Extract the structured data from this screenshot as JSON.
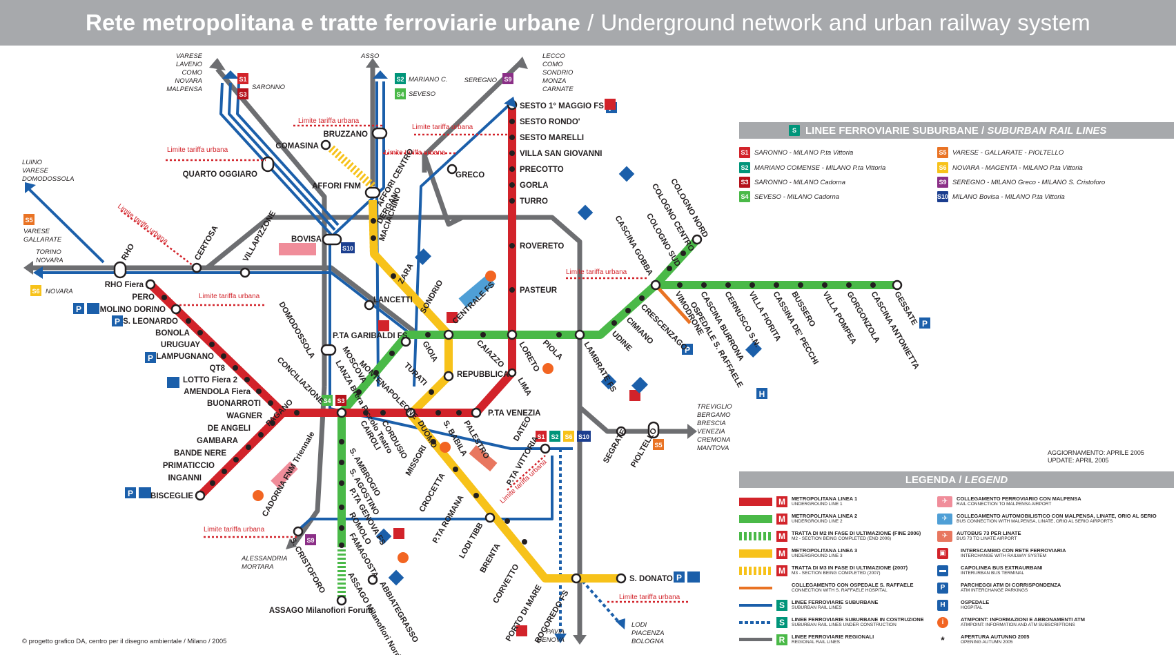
{
  "title": {
    "bold": "Rete metropolitana e tratte ferroviarie urbane",
    "separator": "/",
    "light": "Underground network and urban railway system"
  },
  "colors": {
    "m1": "#d2232a",
    "m2": "#4ab948",
    "m3": "#f7c21a",
    "suburban": "#1b5faa",
    "regional": "#6d6e71",
    "hospital_link": "#e97324",
    "header_gray": "#a7a9ac"
  },
  "limit_label": "Limite tariffa urbana",
  "destinations": {
    "nw": [
      "VARESE",
      "LAVENO",
      "COMO",
      "NOVARA",
      "MALPENSA"
    ],
    "n": [
      "ASSO"
    ],
    "ne": [
      "LECCO",
      "COMO",
      "SONDRIO",
      "MONZA",
      "CARNATE"
    ],
    "w": [
      "LUINO",
      "VARESE",
      "DOMODOSSOLA"
    ],
    "w_s5": [
      "VARESE",
      "GALLARATE"
    ],
    "w_rail": [
      "TORINO",
      "NOVARA"
    ],
    "w_s6": "NOVARA",
    "e": [
      "TREVIGLIO",
      "BERGAMO",
      "BRESCIA",
      "VENEZIA",
      "CREMONA",
      "MANTOVA"
    ],
    "sw": [
      "ALESSANDRIA",
      "MORTARA"
    ],
    "s": [
      "PAVIA",
      "GENOVA"
    ],
    "se": [
      "LODI",
      "PIACENZA",
      "BOLOGNA"
    ],
    "saronno": "SARONNO",
    "mariano": "MARIANO C.",
    "seveso": "SEVESO",
    "seregno": "SEREGNO"
  },
  "stations": {
    "m1_east": [
      "SESTO 1° MAGGIO FS",
      "SESTO RONDO'",
      "SESTO MARELLI",
      "VILLA SAN GIOVANNI",
      "PRECOTTO",
      "GORLA",
      "TURRO",
      "ROVERETO",
      "PASTEUR"
    ],
    "m1_west": [
      "RHO Fiera",
      "PERO",
      "MOLINO DORINO",
      "S. LEONARDO",
      "BONOLA",
      "URUGUAY",
      "LAMPUGNANO",
      "QT8",
      "LOTTO Fiera 2",
      "AMENDOLA Fiera",
      "BUONARROTI",
      "WAGNER",
      "DE ANGELI",
      "GAMBARA",
      "BANDE NERE",
      "PRIMATICCIO",
      "INGANNI",
      "BISCEGLIE"
    ],
    "m1_centre": [
      "PAGANO",
      "CONCILIAZIONE",
      "CAIROLI",
      "CORDUSIO",
      "DUOMO",
      "S. BABILA",
      "PALESTRO",
      "P.TA VENEZIA",
      "LIMA",
      "LORETO"
    ],
    "m2_east": [
      "GESSATE",
      "CASCINA ANTONIETTA",
      "GORGONZOLA",
      "VILLA POMPEA",
      "BUSSERO",
      "CASSINA DE' PECCHI",
      "VILLA FIORITA",
      "CERNUSCO S.N.",
      "CASCINA BURRONA",
      "VIMODRONE",
      "CRESCENZAGO",
      "CIMIANO",
      "UDINE",
      "LAMBRATE FS",
      "PIOLA",
      "CAIAZZO",
      "CENTRALE FS",
      "GIOIA",
      "P.TA GARIBALDI FS",
      "MOSCOVA",
      "LANZA Brera Piccolo Teatro",
      "CADORNA FNM Triennale"
    ],
    "m2_branch": [
      "COLOGNO NORD",
      "COLOGNO CENTRO",
      "COLOGNO SUD",
      "CASCINA GOBBA",
      "OSPEDALE S. RAFFAELE"
    ],
    "m2_south": [
      "S. AMBROGIO",
      "S. AGOSTINO",
      "P.TA GENOVA FS",
      "ROMOLO",
      "FAMAGOSTA",
      "ASSAGO Milanofiori Nord",
      "ASSAGO Milanofiori Forum",
      "ABBIATEGRASSO"
    ],
    "m3": [
      "COMASINA",
      "AFFORI FNM",
      "AFFORI CENTRO",
      "DERGANO",
      "MACIACHINI",
      "ZARA",
      "SONDRIO",
      "REPUBBLICA",
      "TURATI",
      "MONTENAPOLEONE",
      "MISSORI",
      "CROCETTA",
      "P.TA ROMANA",
      "LODI TIBB",
      "BRENTA",
      "CORVETTO",
      "PORTO DI MARE",
      "ROGOREDO FS",
      "S. DONATO"
    ],
    "rail": [
      "BRUZZANO",
      "QUARTO OGGIARO",
      "GRECO",
      "CERTOSA",
      "VILLAPIZZONE",
      "RHO",
      "BOVISA",
      "LANCETTI",
      "DOMODOSSOLA",
      "P.TA VITTORIA",
      "DATEO",
      "SEGRATE",
      "PIOLTELLO",
      "S. CRISTOFORO"
    ]
  },
  "suburban_panel": {
    "title": "LINEE FERROVIARIE SUBURBANE",
    "title_en": "SUBURBAN RAIL LINES",
    "left": [
      {
        "code": "S1",
        "color": "#d2232a",
        "text": "SARONNO - MILANO P.ta Vittoria"
      },
      {
        "code": "S2",
        "color": "#00957a",
        "text": "MARIANO COMENSE - MILANO P.ta Vittoria"
      },
      {
        "code": "S3",
        "color": "#b5121b",
        "text": "SARONNO - MILANO Cadorna"
      },
      {
        "code": "S4",
        "color": "#4ab948",
        "text": "SEVESO - MILANO Cadorna"
      }
    ],
    "right": [
      {
        "code": "S5",
        "color": "#e97324",
        "text": "VARESE - GALLARATE - PIOLTELLO"
      },
      {
        "code": "S6",
        "color": "#f7c21a",
        "text": "NOVARA - MAGENTA - MILANO P.ta Vittoria"
      },
      {
        "code": "S9",
        "color": "#8b2f87",
        "text": "SEREGNO - MILANO Greco - MILANO S. Cristoforo"
      },
      {
        "code": "S10",
        "color": "#1b3e8f",
        "text": "MILANO Bovisa - MILANO P.ta Vittoria"
      }
    ]
  },
  "update": {
    "it": "AGGIORNAMENTO: APRILE 2005",
    "en": "UPDATE: APRIL 2005"
  },
  "legend": {
    "title": "LEGENDA",
    "title_en": "LEGEND",
    "left": [
      {
        "it": "METROPOLITANA LINEA 1",
        "en": "UNDERGROUND LINE 1"
      },
      {
        "it": "METROPOLITANA LINEA 2",
        "en": "UNDERGROUND LINE 2"
      },
      {
        "it": "TRATTA DI M2 IN FASE DI ULTIMAZIONE (FINE 2006)",
        "en": "M2 - SECTION BEING COMPLETED (END 2006)"
      },
      {
        "it": "METROPOLITANA LINEA 3",
        "en": "UNDERGROUND LINE 3"
      },
      {
        "it": "TRATTA DI M3 IN FASE DI ULTIMAZIONE (2007)",
        "en": "M3 - SECTION BEING COMPLETED (2007)"
      },
      {
        "it": "COLLEGAMENTO CON OSPEDALE S. RAFFAELE",
        "en": "CONNECTION WITH S. RAFFAELE HOSPITAL"
      },
      {
        "it": "LINEE FERROVIARIE SUBURBANE",
        "en": "SUBURBAN RAIL LINES"
      },
      {
        "it": "LINEE FERROVIARIE SUBURBANE IN COSTRUZIONE",
        "en": "SUBURBAN RAIL LINES UNDER CONSTRUCTION"
      },
      {
        "it": "LINEE FERROVIARIE REGIONALI",
        "en": "REGIONAL RAIL LINES"
      }
    ],
    "right": [
      {
        "it": "COLLEGAMENTO FERROVIARIO CON MALPENSA",
        "en": "RAIL CONNECTION TO MALPENSA AIRPORT"
      },
      {
        "it": "COLLEGAMENTO AUTOMOBILISTICO CON MALPENSA, LINATE, ORIO AL SERIO",
        "en": "BUS CONNECTION WITH MALPENSA, LINATE, ORIO AL SERIO AIRPORTS"
      },
      {
        "it": "AUTOBUS 73 PER LINATE",
        "en": "BUS 73 TO LINATE AIRPORT"
      },
      {
        "it": "INTERSCAMBIO CON RETE FERROVIARIA",
        "en": "INTERCHANGE WITH RAILWAY SYSTEM"
      },
      {
        "it": "CAPOLINEA BUS EXTRAURBANI",
        "en": "INTERURBAN BUS TERMINAL"
      },
      {
        "it": "PARCHEGGI ATM DI CORRISPONDENZA",
        "en": "ATM INTERCHANGE PARKINGS"
      },
      {
        "it": "OSPEDALE",
        "en": "HOSPITAL"
      },
      {
        "it": "ATMPOINT: INFORMAZIONI E ABBONAMENTI ATM",
        "en": "ATMPOINT: INFORMATION AND ATM SUBSCRIPTIONS"
      },
      {
        "it": "APERTURA AUTUNNO 2005",
        "en": "OPENING AUTUMN 2005"
      }
    ]
  },
  "credit": "© progetto grafico DA, centro per il disegno ambientale / Milano / 2005"
}
